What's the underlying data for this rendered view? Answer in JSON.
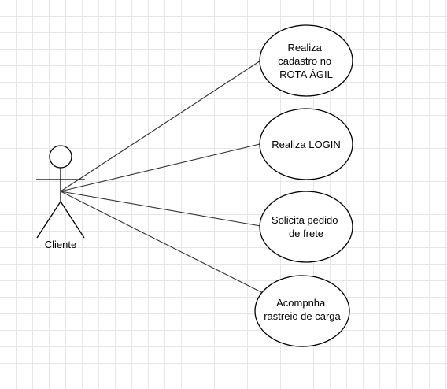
{
  "diagram": {
    "actor": {
      "label": "Cliente",
      "icon": "stick-figure-icon"
    },
    "use_cases": [
      {
        "lines": [
          "Realiza",
          "cadastro no",
          "ROTA ÁGIL"
        ]
      },
      {
        "lines": [
          "Realiza LOGIN"
        ]
      },
      {
        "lines": [
          "Solicita pedido",
          "de frete"
        ]
      },
      {
        "lines": [
          "Acompnha",
          "rastreio de carga"
        ]
      }
    ]
  },
  "colors": {
    "grid": "#e6e6e6",
    "stroke": "#000000",
    "fill": "#ffffff"
  }
}
